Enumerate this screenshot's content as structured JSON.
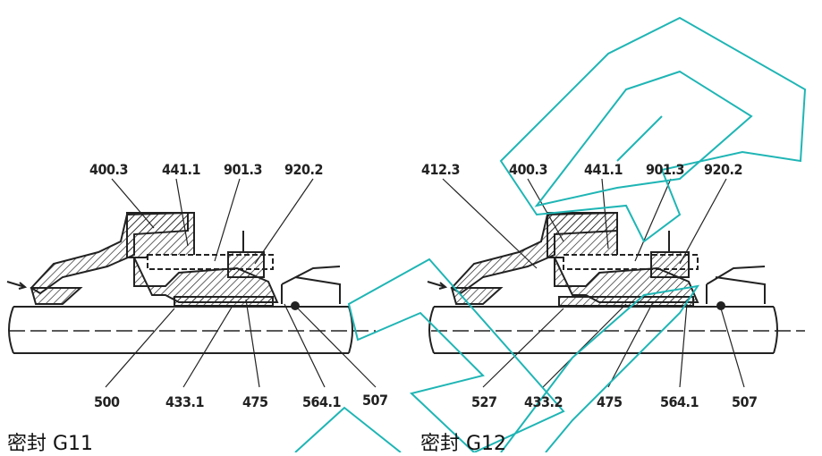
{
  "diagram_g11": {
    "caption": "密封 G11",
    "top_labels": [
      "400.3",
      "441.1",
      "901.3",
      "920.2"
    ],
    "bottom_labels": [
      "500",
      "433.1",
      "475",
      "564.1",
      "507"
    ]
  },
  "diagram_g12": {
    "caption": "密封 G12",
    "top_labels": [
      "412.3",
      "400.3",
      "441.1",
      "901.3",
      "920.2"
    ],
    "bottom_labels": [
      "527",
      "433.2",
      "475",
      "564.1",
      "507"
    ]
  },
  "colors": {
    "watermark": "#1fb5b5",
    "ink": "#222222"
  }
}
